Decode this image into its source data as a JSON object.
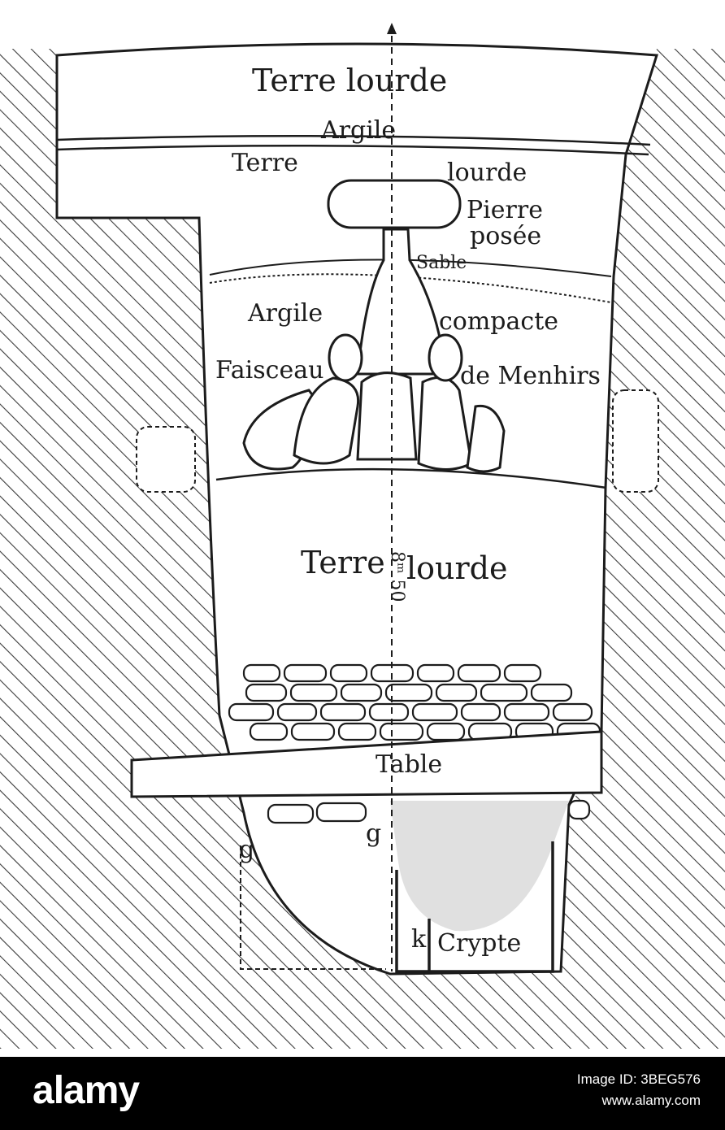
{
  "labels": {
    "terre_lourde_top": "Terre lourde",
    "argile_top": "Argile",
    "terre_left": "Terre",
    "lourde_right": "lourde",
    "pierre": "Pierre",
    "posee": "posée",
    "sable": "Sable",
    "argile_mid": "Argile",
    "compacte": "compacte",
    "faisceau": "Faisceau",
    "de_menhirs": "de Menhirs",
    "terre_mid": "Terre",
    "lourde_mid": "lourde",
    "depth_mark": "8ᵐ 50",
    "table": "Table",
    "g_left": "g",
    "g_mid": "g",
    "k": "k",
    "crypte": "Crypte"
  },
  "footer": {
    "logo": "alamy",
    "image_id": "Image ID: 3BEG576",
    "url": "www.alamy.com"
  },
  "colors": {
    "ink": "#1c1c1c",
    "hatch": "#3a3a3a",
    "footer_bg": "#000000",
    "footer_text": "#ffffff"
  }
}
